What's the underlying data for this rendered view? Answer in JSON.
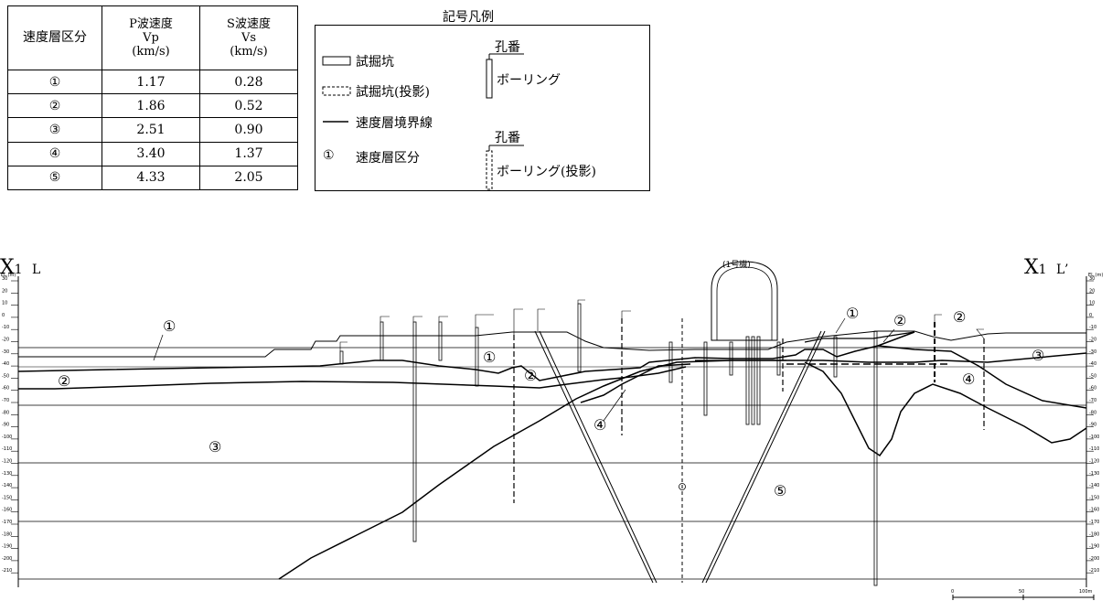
{
  "velocity_table": {
    "headers": {
      "layer": "速度層区分",
      "p_title": "P波速度",
      "p_symbol": "Vp",
      "p_unit": "(km/s)",
      "s_title": "S波速度",
      "s_symbol": "Vs",
      "s_unit": "(km/s)"
    },
    "rows": [
      {
        "layer": "①",
        "vp": "1.17",
        "vs": "0.28"
      },
      {
        "layer": "②",
        "vp": "1.86",
        "vs": "0.52"
      },
      {
        "layer": "③",
        "vp": "2.51",
        "vs": "0.90"
      },
      {
        "layer": "④",
        "vp": "3.40",
        "vs": "1.37"
      },
      {
        "layer": "⑤",
        "vp": "4.33",
        "vs": "2.05"
      }
    ]
  },
  "legend": {
    "title": "記号凡例",
    "trench": "試掘坑",
    "trench_projected": "試掘坑(投影)",
    "boundary_line": "速度層境界線",
    "layer_marker": "①",
    "layer_class": "速度層区分",
    "hole_no": "孔番",
    "boring": "ボーリング",
    "hole_no_2": "孔番",
    "boring_projected": "ボーリング(投影)"
  },
  "section": {
    "left_end": "X",
    "left_end_sub": "1 L",
    "right_end": "X",
    "right_end_sub": "1 L’",
    "reactor_label": "(1号機)",
    "elev_header": "EL.(m)",
    "elev_ticks": [
      "30",
      "20",
      "10",
      "0",
      "-10",
      "-20",
      "-30",
      "-40",
      "-50",
      "-60",
      "-70",
      "-80",
      "-90",
      "-100",
      "-110",
      "-120",
      "-130",
      "-140",
      "-150",
      "-160",
      "-170",
      "-180",
      "-190",
      "-200",
      "-210"
    ],
    "zone_labels": {
      "z1_left": "①",
      "z2_left": "②",
      "z3_left": "③",
      "z1_mid": "①",
      "z2_mid": "②",
      "z4_mid": "④",
      "z5": "⑤",
      "z1_right": "①",
      "z2_right_a": "②",
      "z2_right_b": "②",
      "z3_right": "③",
      "z4_right": "④"
    },
    "scale": {
      "zero": "0",
      "mid": "50",
      "max": "100m"
    }
  }
}
